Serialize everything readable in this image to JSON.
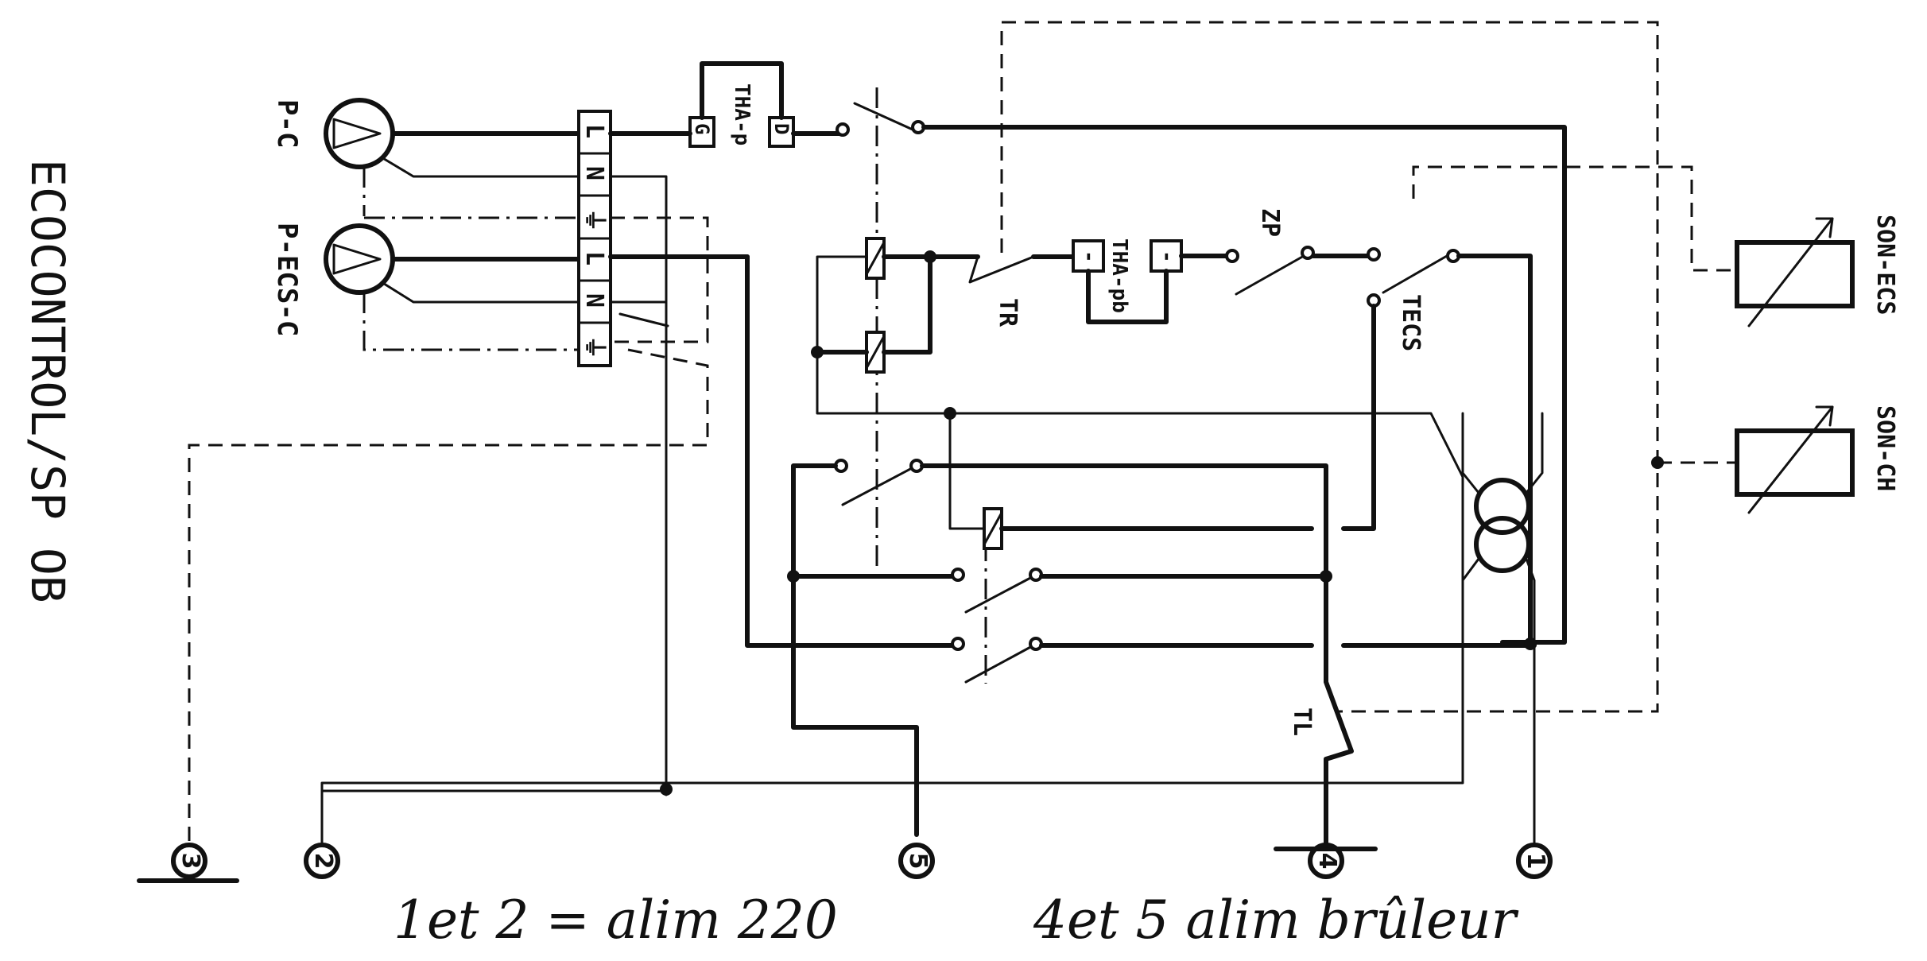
{
  "title": "ECOCONTROL/SP OB",
  "labels": {
    "pump_c": "P-C",
    "pump_ecs": "P-ECS-C",
    "tha_p": "THA-p",
    "tha_pb": "THA-pb",
    "zp": "ZP",
    "tr": "TR",
    "tecs": "TECS",
    "tl": "TL",
    "son_ecs": "SON-ECS",
    "son_ch": "SON-CH",
    "g": "G",
    "d": "D",
    "dash": "-"
  },
  "terminal_block": [
    "L",
    "N",
    "⏚",
    "L",
    "N",
    "⏚"
  ],
  "terminals": [
    "3",
    "2",
    "5",
    "4",
    "1"
  ],
  "notes": {
    "left": "1et 2 = alim 220",
    "right": "4et 5 alim brûleur"
  }
}
